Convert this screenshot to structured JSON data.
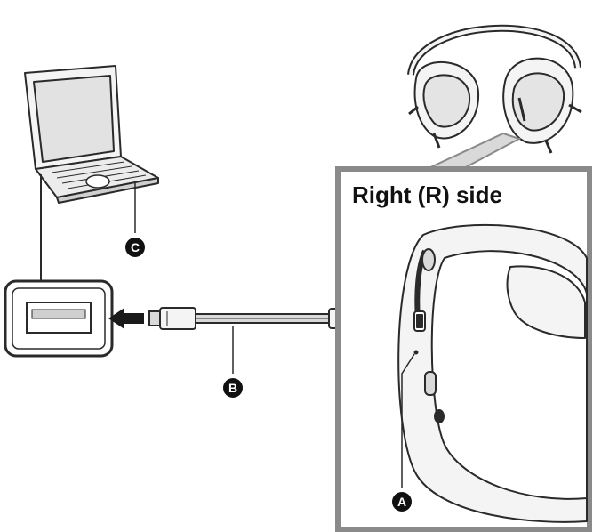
{
  "panel": {
    "title": "Right (R) side"
  },
  "callouts": {
    "a": "A",
    "b": "B",
    "c": "C"
  },
  "colors": {
    "stroke": "#2a2a2a",
    "panel_border": "#8a8a8a",
    "fill_light": "#f4f4f4",
    "fill_mid": "#d9d9d9",
    "callout_fill": "#111111",
    "callout_text": "#ffffff"
  },
  "icons": {
    "laptop": "laptop-icon",
    "usb_port": "usb-port-icon",
    "cable": "usb-cable-icon",
    "headphones": "headphones-icon"
  }
}
